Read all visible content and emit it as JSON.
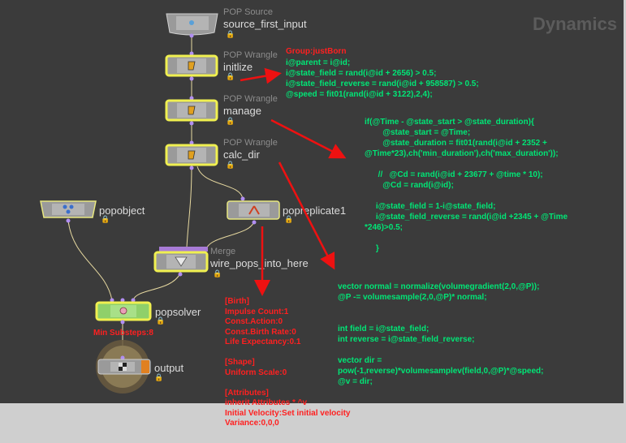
{
  "watermark": "Dynamics",
  "nodes": {
    "source": {
      "type": "POP Source",
      "name": "source_first_input"
    },
    "initlize": {
      "type": "POP Wrangle",
      "name": "initlize"
    },
    "manage": {
      "type": "POP Wrangle",
      "name": "manage"
    },
    "calc_dir": {
      "type": "POP Wrangle",
      "name": "calc_dir"
    },
    "popobject": {
      "name": "popobject"
    },
    "popreplicate": {
      "name": "popreplicate1"
    },
    "merge": {
      "type": "Merge",
      "name": "wire_pops_into_here"
    },
    "popsolver": {
      "name": "popsolver"
    },
    "output": {
      "name": "output"
    }
  },
  "annotations": {
    "init_group": "Group:justBorn",
    "init_code": "i@parent = i@id;\ni@state_field = rand(i@id + 2656) > 0.5;\ni@state_field_reverse = rand(i@id + 958587) > 0.5;\n@speed = fit01(rand(i@id + 3122),2,4);",
    "manage_code": "if(@Time - @state_start > @state_duration){\n        @state_start = @Time;\n        @state_duration = fit01(rand(i@id + 2352 +\n@Time*23),ch('min_duration'),ch('max_duration'));\n\n      //   @Cd = rand(i@id + 23677 + @time * 10);\n        @Cd = rand(i@id);\n\n     i@state_field = 1-i@state_field;\n     i@state_field_reverse = rand(i@id +2345 + @Time\n*246)>0.5;\n\n     }",
    "calc_code": "vector normal = normalize(volumegradient(2,0,@P));\n@P -= volumesample(2,0,@P)* normal;\n\n\nint field = i@state_field;\nint reverse = i@state_field_reverse;\n\nvector dir =\npow(-1,reverse)*volumesamplev(field,0,@P)*@speed;\n@v = dir;",
    "min_substeps": "Min Substeps:8",
    "solver_notes": "[Birth]\nImpulse Count:1\nConst.Action:0\nConst.Birth Rate:0\nLife Expectancy:0.1\n\n[Shape]\nUniform Scale:0\n\n[Attributes]\ninherit Attributes * ^v\nInitial Velocity:Set initial velocity\nVariance:0,0,0"
  },
  "colors": {
    "canvas": "#3b3b3b",
    "node_body": "#9a9a9a",
    "highlight": "#f0f050",
    "solver": "#8fd06a",
    "merge": "#a87bd6",
    "annotation_code": "#00e676",
    "annotation_red": "#ff2020",
    "arrow": "#ee1111"
  }
}
